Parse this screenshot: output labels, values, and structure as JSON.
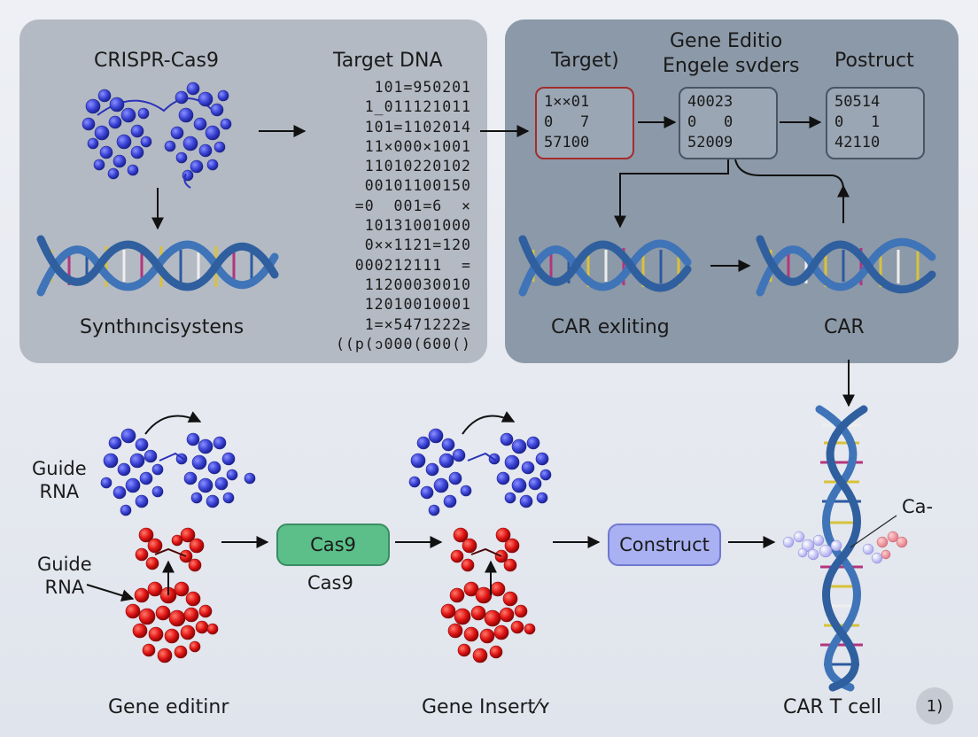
{
  "top_left": {
    "crispr_label": "CRISPR-Cas9",
    "target_dna_label": "Target DNA",
    "synth_label": "Synthıncisystens",
    "target_dna_rows": [
      "101=950201",
      "1_011121011",
      "101=1102014",
      "11×000×1001",
      "11010220102",
      "00101100150",
      "=0  001=6  ×",
      "10131001000",
      "0××1121=120",
      "000212111  =",
      "11200030010",
      "12010010001",
      "1=×5471222≥",
      "((p(ↄ000(600()"
    ]
  },
  "top_right": {
    "target_label": "Target)",
    "gene_edit_line1": "Gene Editio",
    "gene_edit_line2": "Engele svders",
    "postruct_label": "Postruct",
    "box1": [
      "1××01",
      "0   7",
      "57100"
    ],
    "box2": [
      "40023",
      "0   0",
      "52009"
    ],
    "box3": [
      "50514",
      "0   1",
      "42110"
    ],
    "car_exliting_label": "CAR exliting",
    "car_label": "CAR"
  },
  "bottom": {
    "guide_rna_1": "Guide\nRNA",
    "guide_rna_2": "Guide\nRNA",
    "cas9_pill": "Cas9",
    "cas9_caption": "Cas9",
    "construct_pill": "Construct",
    "gene_editing_label": "Gene editinr",
    "gene_insert_label": "Gene Insert⁄ʏ",
    "car_t_cell_label": "CAR T cell",
    "ca_label": "Ca-",
    "page_number": "1)"
  },
  "colors": {
    "protein_blue": "#3a43d6",
    "protein_red": "#e01414",
    "dna_blue": "#3f74b8",
    "box_red_border": "#a32c2c",
    "cas9_green": "#5cbf8a",
    "construct_violet": "#a9b1f2"
  }
}
